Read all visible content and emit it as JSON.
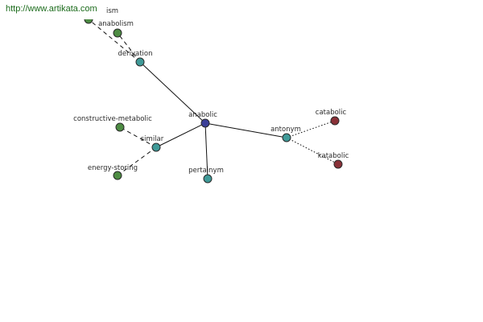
{
  "site": {
    "url": "http://www.artikata.com"
  },
  "graph": {
    "colors": {
      "center": "#3b3f98",
      "relation": "#3f9a98",
      "synonym": "#4d8c43",
      "antonym": "#8a3138"
    },
    "nodes": [
      {
        "id": "anabolic",
        "label": "anabolic",
        "kind": "center"
      },
      {
        "id": "derivation",
        "label": "derivation",
        "kind": "relation"
      },
      {
        "id": "similar",
        "label": "similar",
        "kind": "relation"
      },
      {
        "id": "pertainym",
        "label": "pertainym",
        "kind": "relation"
      },
      {
        "id": "antonym",
        "label": "antonym",
        "kind": "relation"
      },
      {
        "id": "anabolism",
        "label": "anabolism",
        "kind": "synonym"
      },
      {
        "id": "ism",
        "label": "ism",
        "kind": "synonym"
      },
      {
        "id": "constructive-metabolic",
        "label": "constructive-metabolic",
        "kind": "synonym"
      },
      {
        "id": "energy-storing",
        "label": "energy-storing",
        "kind": "synonym"
      },
      {
        "id": "catabolic",
        "label": "catabolic",
        "kind": "antonym"
      },
      {
        "id": "katabolic",
        "label": "katabolic",
        "kind": "antonym"
      }
    ],
    "edges": [
      {
        "from": "anabolic",
        "to": "derivation",
        "style": "solid"
      },
      {
        "from": "anabolic",
        "to": "similar",
        "style": "solid"
      },
      {
        "from": "anabolic",
        "to": "pertainym",
        "style": "solid"
      },
      {
        "from": "anabolic",
        "to": "antonym",
        "style": "solid"
      },
      {
        "from": "derivation",
        "to": "anabolism",
        "style": "dashed"
      },
      {
        "from": "derivation",
        "to": "ism",
        "style": "dashed"
      },
      {
        "from": "similar",
        "to": "constructive-metabolic",
        "style": "dashed"
      },
      {
        "from": "similar",
        "to": "energy-storing",
        "style": "dashed"
      },
      {
        "from": "antonym",
        "to": "catabolic",
        "style": "dotted"
      },
      {
        "from": "antonym",
        "to": "katabolic",
        "style": "dotted"
      }
    ]
  }
}
